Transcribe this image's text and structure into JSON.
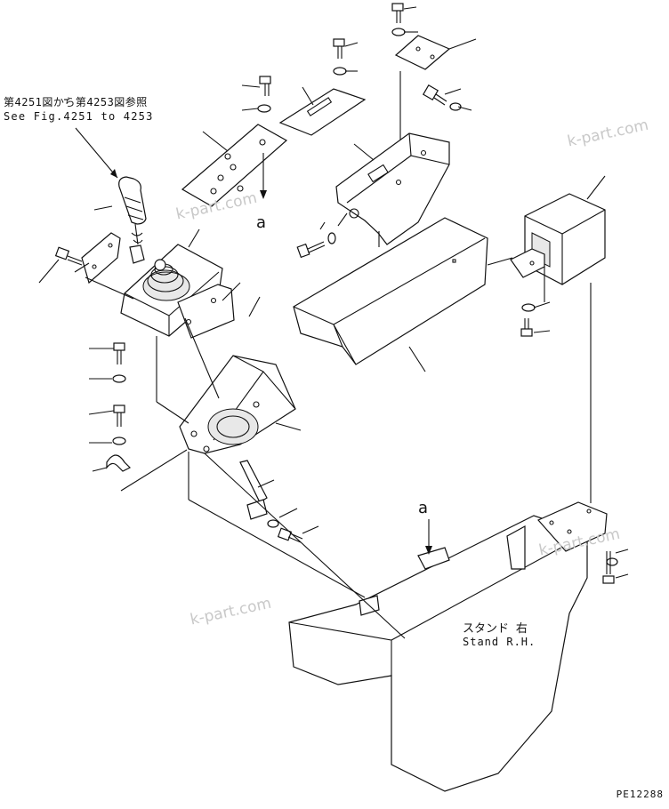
{
  "reference": {
    "jp": "第4251図から第4253図参照",
    "en": "See Fig.4251 to 4253"
  },
  "view_labels": {
    "upper": "a",
    "lower": "a"
  },
  "stand": {
    "jp": "スタンド 右",
    "en": "Stand R.H."
  },
  "part_number": "PE12288",
  "watermark": "k-part.com",
  "icons": [
    "lever-knob-icon",
    "bolt-icon",
    "washer-icon",
    "clamp-icon",
    "arrow-icon"
  ]
}
